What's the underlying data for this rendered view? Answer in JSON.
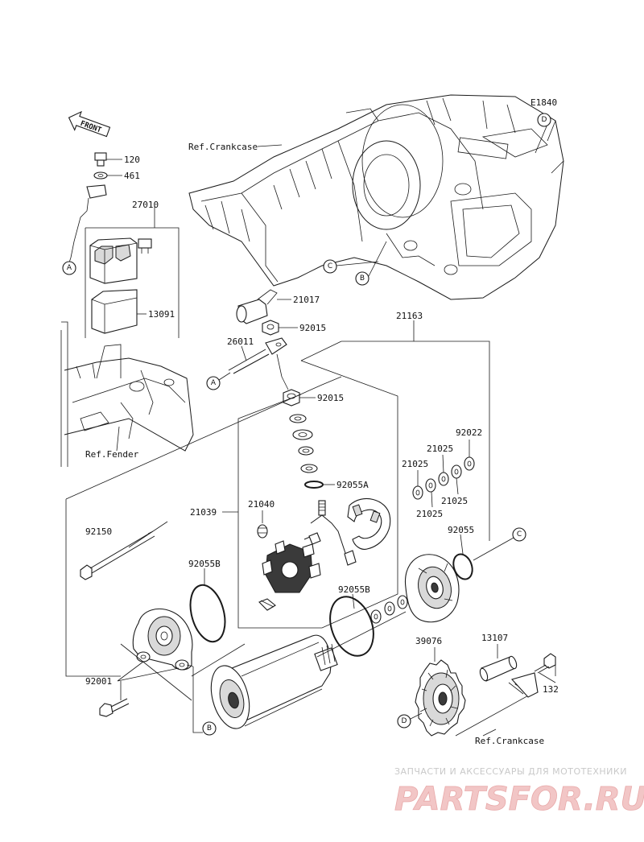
{
  "diagram_code": "E1840",
  "front_arrow_label": "FRONT",
  "refs": {
    "crankcase_top": "Ref.Crankcase",
    "fender": "Ref.Fender",
    "crankcase_bottom": "Ref.Crankcase"
  },
  "callouts": {
    "A_top": "A",
    "A_mid": "A",
    "B_top": "B",
    "C_top": "C",
    "D_top": "D",
    "C_right": "C",
    "B_bottom": "B",
    "D_bottom": "D"
  },
  "part_numbers": {
    "p120": "120",
    "p461": "461",
    "p27010": "27010",
    "p13091": "13091",
    "p21017": "21017",
    "p92015_a": "92015",
    "p26011": "26011",
    "p21163": "21163",
    "p92015_b": "92015",
    "p92022": "92022",
    "p21025_a": "21025",
    "p21025_b": "21025",
    "p21025_c": "21025",
    "p21025_d": "21025",
    "p92055A": "92055A",
    "p21040": "21040",
    "p21039": "21039",
    "p92055": "92055",
    "p92150": "92150",
    "p92055B_a": "92055B",
    "p92055B_b": "92055B",
    "p39076": "39076",
    "p13107": "13107",
    "p132": "132",
    "p92001": "92001"
  },
  "watermark": {
    "tagline": "ЗАПЧАСТИ И АКСЕССУАРЫ ДЛЯ МОТОТЕХНИКИ",
    "logo": "PARTSFOR.RU"
  }
}
